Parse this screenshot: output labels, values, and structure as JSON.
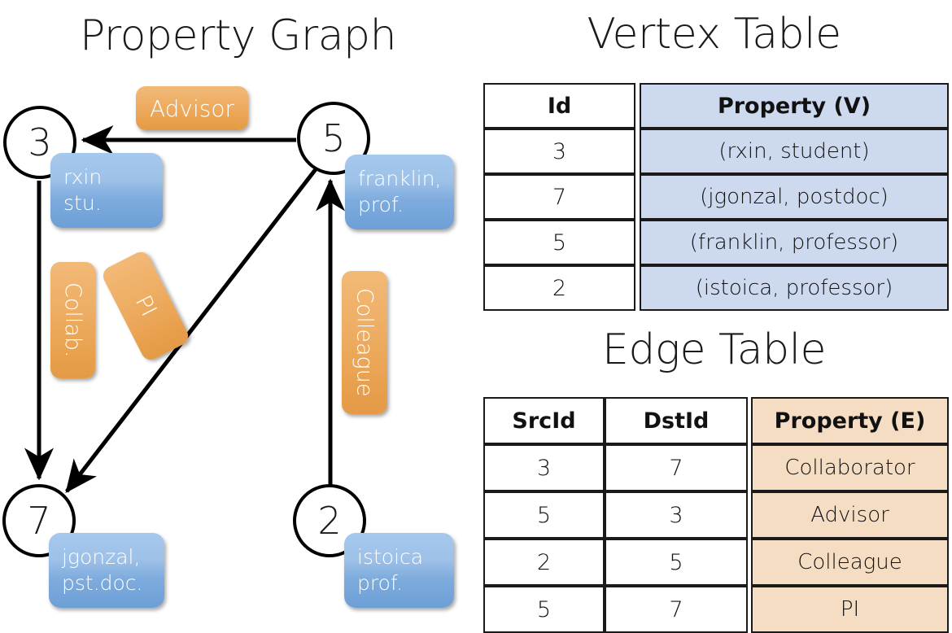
{
  "titles": {
    "property_graph": "Property Graph",
    "vertex_table": "Vertex Table",
    "edge_table": "Edge Table"
  },
  "colors": {
    "vertex_cell_fill": "#ccd9ef",
    "edge_cell_fill": "#f5ddc3",
    "vertex_callout_blue": "#7dabdd",
    "edge_callout_orange": "#e9a250",
    "stroke": "#1a1a1a",
    "background": "#ffffff"
  },
  "graph": {
    "nodes": [
      {
        "id": "3",
        "label": "3",
        "property_lines": [
          "rxin",
          "stu."
        ]
      },
      {
        "id": "5",
        "label": "5",
        "property_lines": [
          "franklin,",
          "prof."
        ]
      },
      {
        "id": "7",
        "label": "7",
        "property_lines": [
          "jgonzal,",
          "pst.doc."
        ]
      },
      {
        "id": "2",
        "label": "2",
        "property_lines": [
          "istoica",
          "prof."
        ]
      }
    ],
    "edge_labels": [
      {
        "name": "advisor",
        "text": "Advisor",
        "orientation": "horizontal"
      },
      {
        "name": "collab",
        "text": "Collab.",
        "orientation": "vertical"
      },
      {
        "name": "pi",
        "text": "PI",
        "orientation": "vertical-rotated"
      },
      {
        "name": "colleague",
        "text": "Colleague",
        "orientation": "vertical"
      }
    ],
    "edges": [
      {
        "from": "5",
        "to": "3",
        "label": "Advisor"
      },
      {
        "from": "3",
        "to": "7",
        "label": "Collab."
      },
      {
        "from": "5",
        "to": "7",
        "label": "PI"
      },
      {
        "from": "2",
        "to": "5",
        "label": "Colleague"
      }
    ]
  },
  "vertex_table": {
    "headers": [
      "Id",
      "Property (V)"
    ],
    "rows": [
      {
        "id": "3",
        "property": "(rxin, student)"
      },
      {
        "id": "7",
        "property": "(jgonzal, postdoc)"
      },
      {
        "id": "5",
        "property": "(franklin, professor)"
      },
      {
        "id": "2",
        "property": "(istoica, professor)"
      }
    ]
  },
  "edge_table": {
    "headers": [
      "SrcId",
      "DstId",
      "Property (E)"
    ],
    "rows": [
      {
        "src": "3",
        "dst": "7",
        "property": "Collaborator"
      },
      {
        "src": "5",
        "dst": "3",
        "property": "Advisor"
      },
      {
        "src": "2",
        "dst": "5",
        "property": "Colleague"
      },
      {
        "src": "5",
        "dst": "7",
        "property": "PI"
      }
    ]
  }
}
